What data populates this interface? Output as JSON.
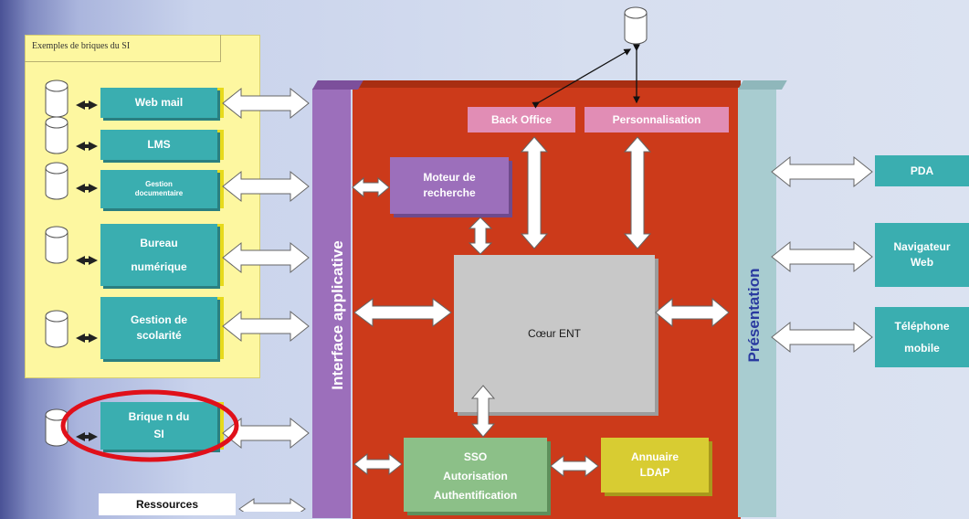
{
  "panel_title": "Exemples de briques du SI",
  "modules": {
    "webmail": "Web mail",
    "lms": "LMS",
    "gestion_doc": "Gestion documentaire",
    "bureau": "Bureau numérique",
    "scolarite": "Gestion de scolarité",
    "brique_n": "Brique n du SI",
    "ressources": "Ressources"
  },
  "interface_label": "Interface applicative",
  "presentation_label": "Présentation",
  "back_office": "Back Office",
  "personnalisation": "Personnalisation",
  "moteur": "Moteur de recherche",
  "coeur": "Cœur ENT",
  "sso": "SSO Autorisation Authentification",
  "annuaire": "Annuaire LDAP",
  "devices": {
    "pda": "PDA",
    "navigateur": "Navigateur Web",
    "telephone": "Téléphone mobile"
  },
  "colors": {
    "core": "#cc3a1a",
    "interface": "#9c6fbb",
    "presentation": "#a8ccd0",
    "module": "#3aaeb0",
    "highlight": "#e0101a"
  }
}
